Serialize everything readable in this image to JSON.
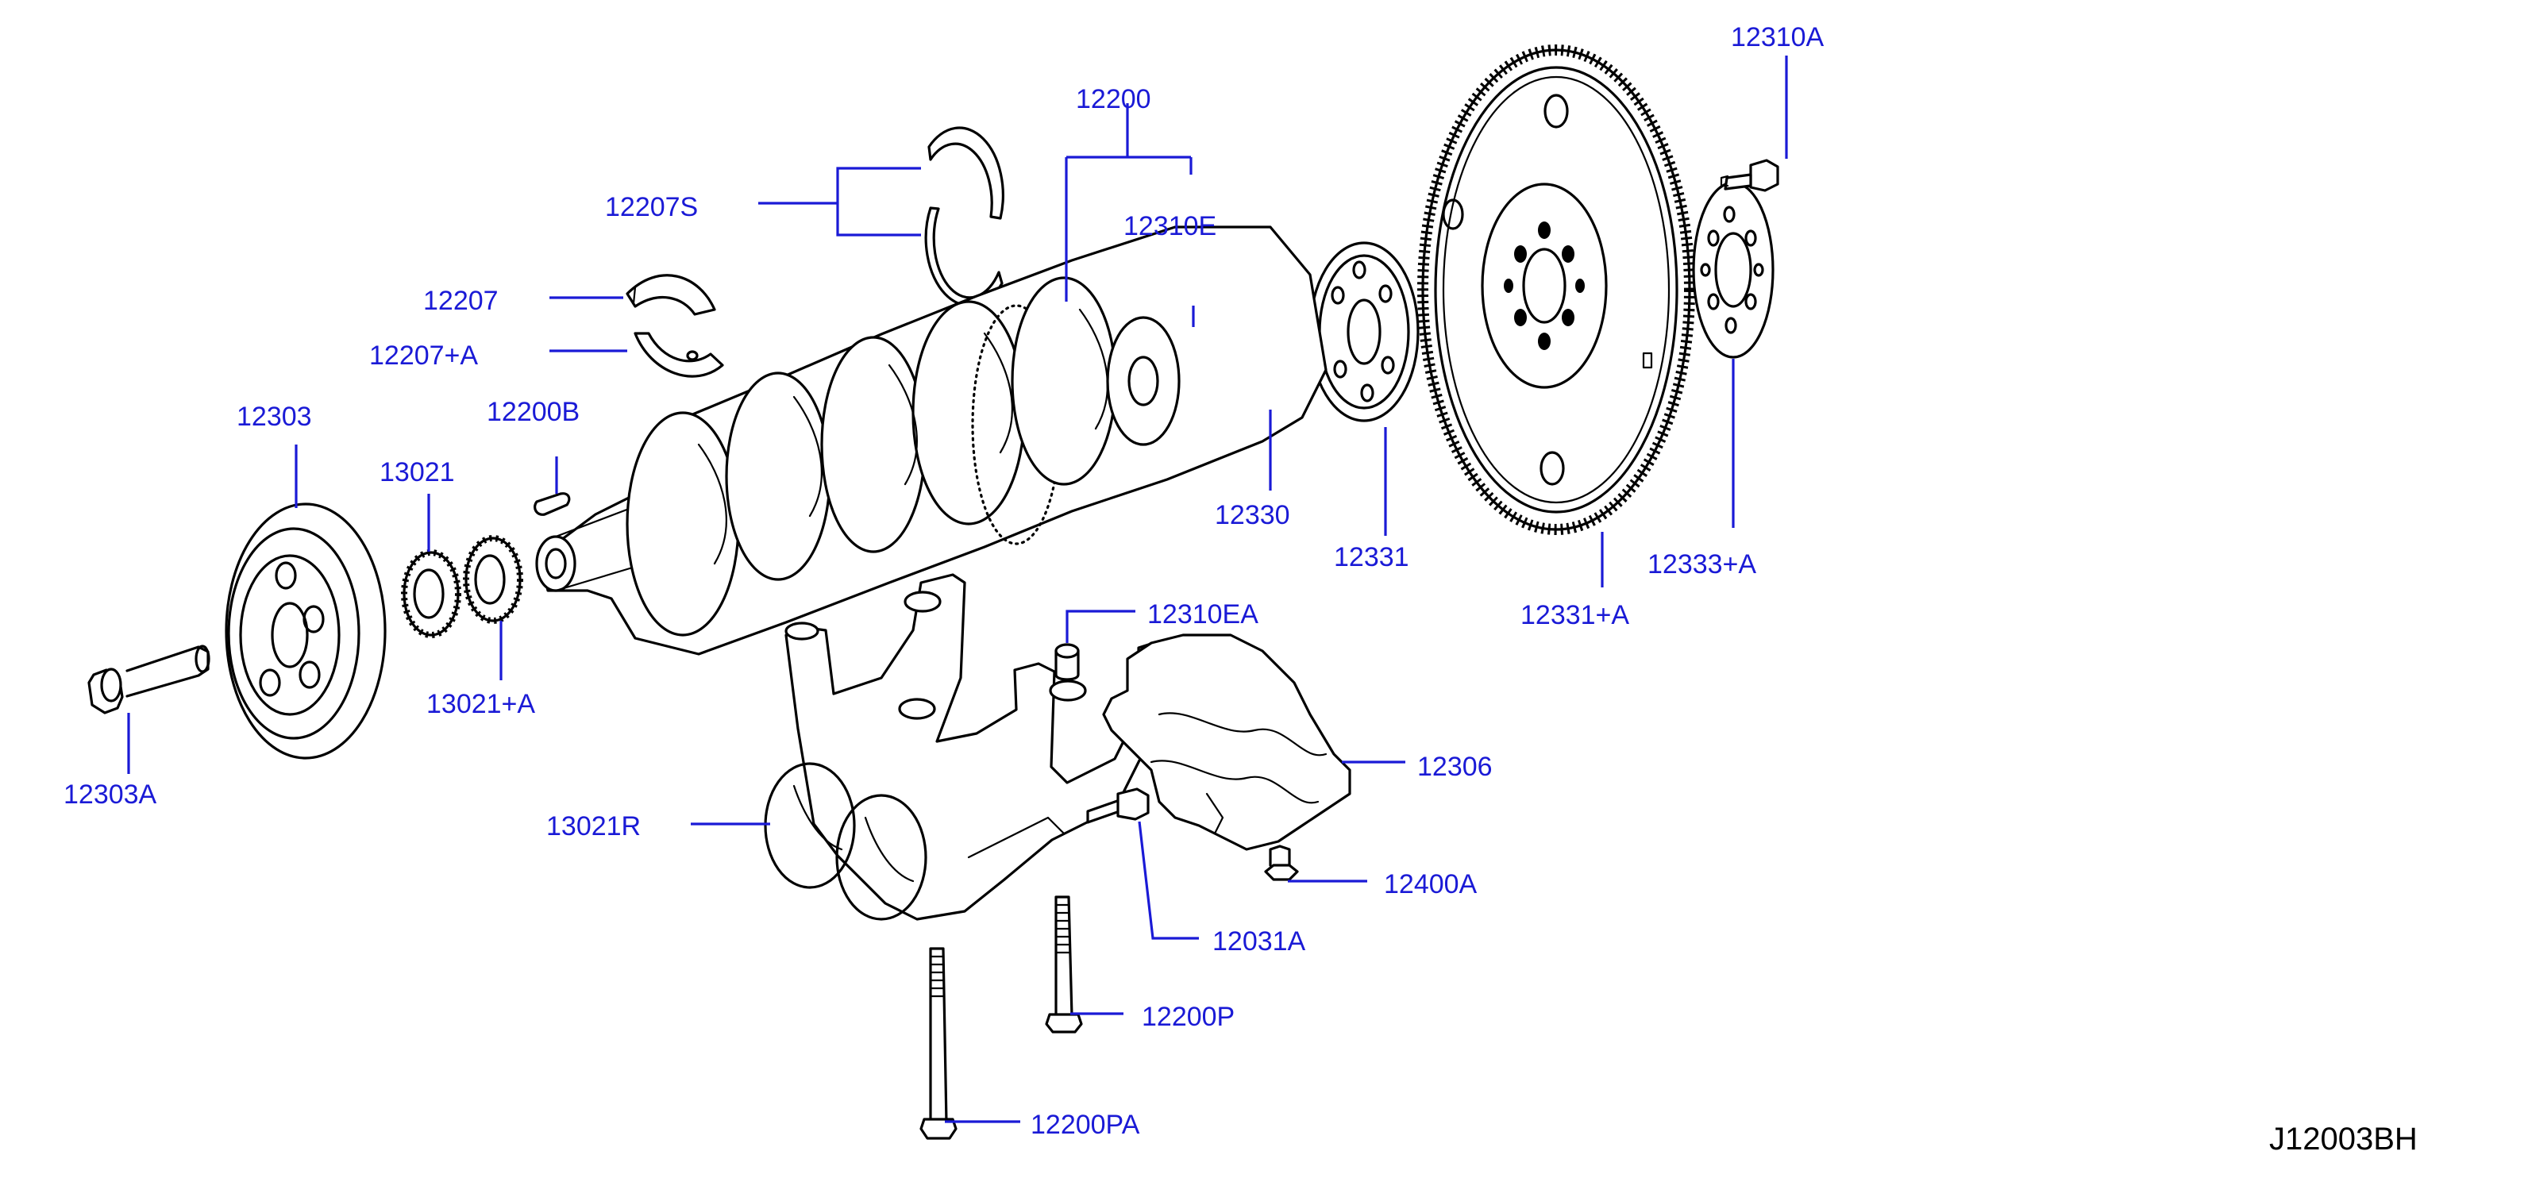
{
  "diagram_code": "J12003BH",
  "accent_color": "#1a1ad6",
  "labels": {
    "p12310A": "12310A",
    "p12200": "12200",
    "p12207S": "12207S",
    "p12310E": "12310E",
    "p12207": "12207",
    "p12207A": "12207+A",
    "p12303": "12303",
    "p12200B": "12200B",
    "p13021": "13021",
    "p12330": "12330",
    "p12331": "12331",
    "p12333A": "12333+A",
    "p12331A": "12331+A",
    "p12310EA": "12310EA",
    "p13021A": "13021+A",
    "p12303A": "12303A",
    "p12306": "12306",
    "p13021R": "13021R",
    "p12400A": "12400A",
    "p12031A": "12031A",
    "p12200P": "12200P",
    "p12200PA": "12200PA"
  }
}
